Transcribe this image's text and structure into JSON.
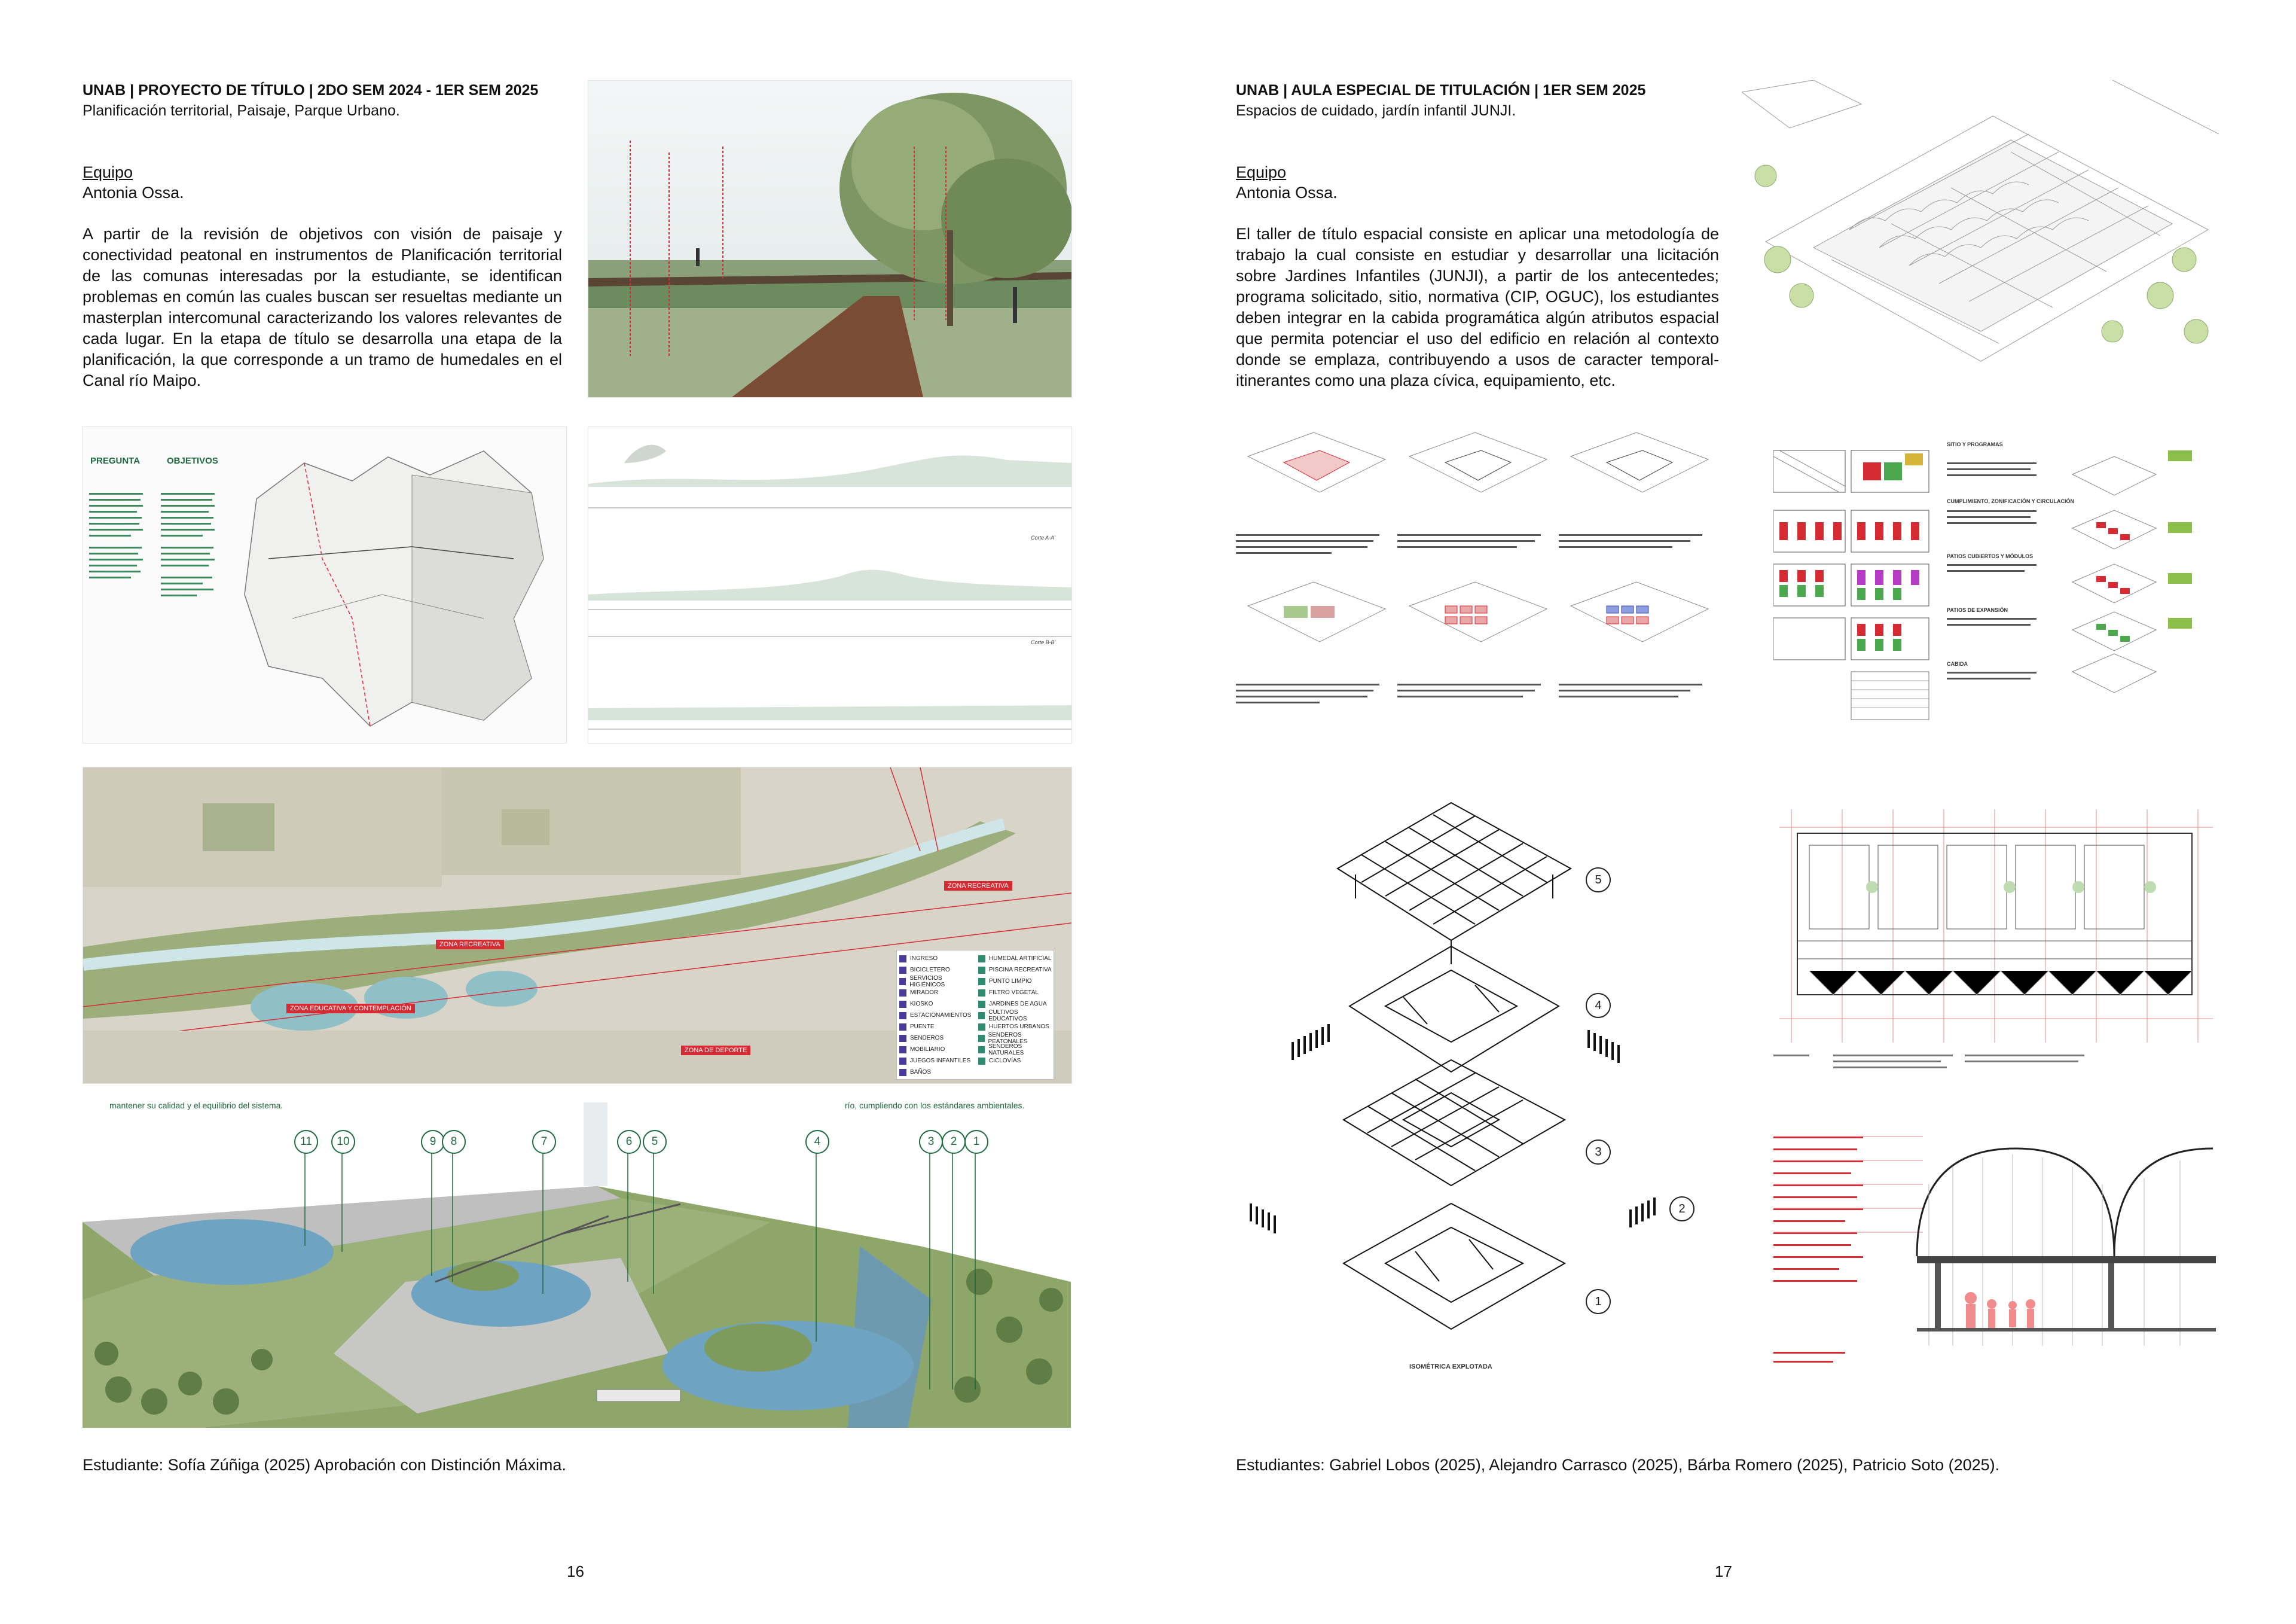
{
  "left_page": {
    "header_title": "UNAB | PROYECTO DE TÍTULO | 2DO SEM 2024 - 1ER SEM 2025",
    "header_subtitle": "Planificación territorial, Paisaje, Parque Urbano.",
    "team_label": "Equipo",
    "team_member": "Antonia Ossa.",
    "body": "A partir de la revisión de objetivos con visión de paisaje y conectividad peatonal en  instrumentos de Planificación territorial de las comunas interesadas por la estudiante, se identifican problemas en común las cuales buscan ser resueltas mediante un masterplan intercomunal caracterizando los valores relevantes de cada lugar. En la etapa de título se desarrolla una etapa de la planificación, la que corresponde a un tramo de humedales en el Canal río Maipo.",
    "caption": "Estudiante: Sofía Zúñiga (2025) Aprobación con Distinción Máxima.",
    "page_number": "16",
    "map_panel": {
      "heading_a": "PREGUNTA",
      "heading_b": "OBJETIVOS"
    },
    "masterplan_labels": [
      "ZONA RECREATIVA",
      "ZONA EDUCATIVA Y CONTEMPLACIÓN",
      "ZONA RECREATIVA",
      "ZONA DE DEPORTE"
    ],
    "legend_left": [
      "INGRESO",
      "BICICLETERO",
      "SERVICIOS HIGIÉNICOS",
      "MIRADOR",
      "KIOSKO",
      "ESTACIONAMIENTOS",
      "PUENTE",
      "SENDEROS",
      "MOBILIARIO",
      "JUEGOS INFANTILES",
      "BAÑOS"
    ],
    "legend_right": [
      "HUMEDAL ARTIFICIAL",
      "PISCINA RECREATIVA",
      "PUNTO LIMPIO",
      "FILTRO VEGETAL",
      "JARDINES DE AGUA",
      "CULTIVOS EDUCATIVOS",
      "HUERTOS URBANOS",
      "SENDEROS PEATONALES",
      "SENDEROS NATURALES",
      "CICLOVÍAS"
    ],
    "section_label_1": "Corte A-A'",
    "section_label_2": "Corte B-B'",
    "aerial_text_left": "mantener su calidad y el equilibrio del sistema.",
    "aerial_text_right": "río, cumpliendo con los estándares ambientales.",
    "aerial_numbers": [
      "11",
      "10",
      "9",
      "8",
      "7",
      "6",
      "5",
      "4",
      "3",
      "2",
      "1"
    ]
  },
  "right_page": {
    "header_title": "UNAB | AULA ESPECIAL DE TITULACIÓN | 1ER SEM 2025",
    "header_subtitle": " Espacios de cuidado, jardín infantil JUNJI.",
    "team_label": "Equipo",
    "team_member": "Antonia Ossa.",
    "body": "El taller de título espacial consiste en aplicar una metodología de trabajo la cual consiste en estudiar y desarrollar una  licitación sobre Jardines Infantiles (JUNJI), a partir de los antecentedes; programa solicitado, sitio, normativa (CIP, OGUC), los estudiantes deben integrar en la cabida programática algún atributos espacial que permita potenciar el uso del edificio en relación al contexto donde se emplaza, contribuyendo a usos de caracter temporal-itinerantes como una plaza cívica, equipamiento, etc.",
    "caption": "Estudiantes: Gabriel Lobos (2025), Alejandro Carrasco (2025), Bárba Romero (2025), Patricio Soto (2025).",
    "page_number": "17",
    "exploded_label": "ISOMÉTRICA EXPLOTADA",
    "exploded_numbers": [
      "5",
      "4",
      "3",
      "2",
      "1"
    ],
    "program_headings": [
      "SITIO Y PROGRAMAS",
      "CUMPLIMIENTO, ZONIFICACIÓN Y CIRCULACIÓN",
      "PATIOS CUBIERTOS Y MÓDULOS",
      "PATIOS DE EXPANSIÓN",
      "CABIDA"
    ]
  }
}
